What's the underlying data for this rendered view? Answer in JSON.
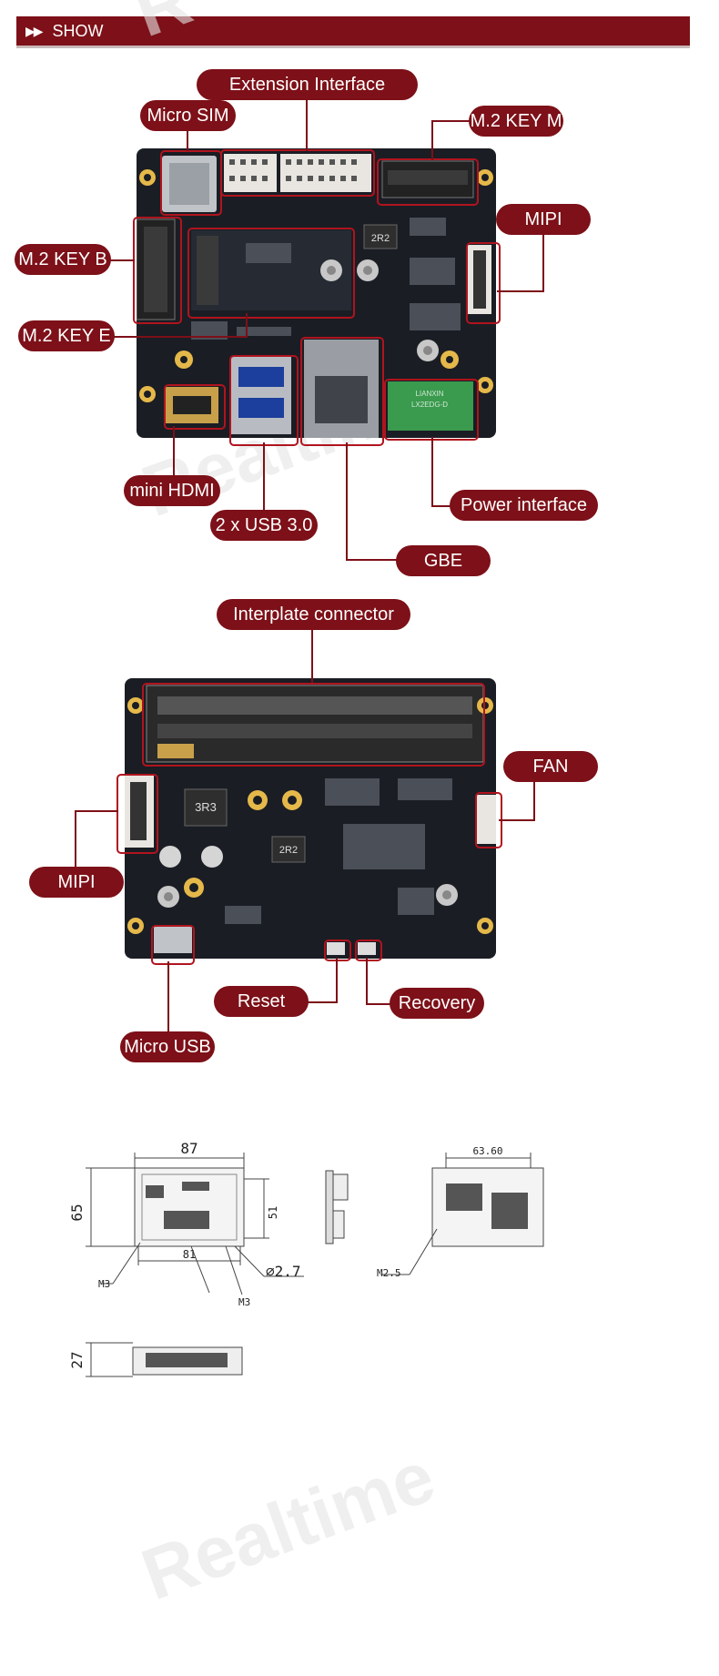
{
  "header": {
    "title": "SHOW",
    "arrows": "▶▶"
  },
  "watermark": "Realtime",
  "top_labels": {
    "extension_interface": "Extension Interface",
    "micro_sim": "Micro SIM",
    "m2_key_m": "M.2 KEY M",
    "mipi": "MIPI",
    "m2_key_b": "M.2 KEY B",
    "m2_key_e": "M.2 KEY E",
    "mini_hdmi": "mini HDMI",
    "usb30": "2 x USB 3.0",
    "power_interface": "Power interface",
    "gbe": "GBE"
  },
  "bottom_labels": {
    "interplate_connector": "Interplate connector",
    "fan": "FAN",
    "mipi": "MIPI",
    "reset": "Reset",
    "recovery": "Recovery",
    "micro_usb": "Micro USB"
  },
  "board_marks": {
    "inductor_top": "2R2",
    "inductor_bottom_a": "3R3",
    "inductor_bottom_b": "2R2",
    "terminal_brand": "LIANXIN",
    "terminal_model": "LX2EDG-D"
  },
  "dimensions": {
    "width": "87",
    "height": "65",
    "inner_height": "51",
    "inner_width": "81",
    "hole": "∅2.7",
    "m3_left": "M3",
    "m3_mid": "M3",
    "back_width": "63.60",
    "m25": "M2.5",
    "thickness": "27"
  }
}
